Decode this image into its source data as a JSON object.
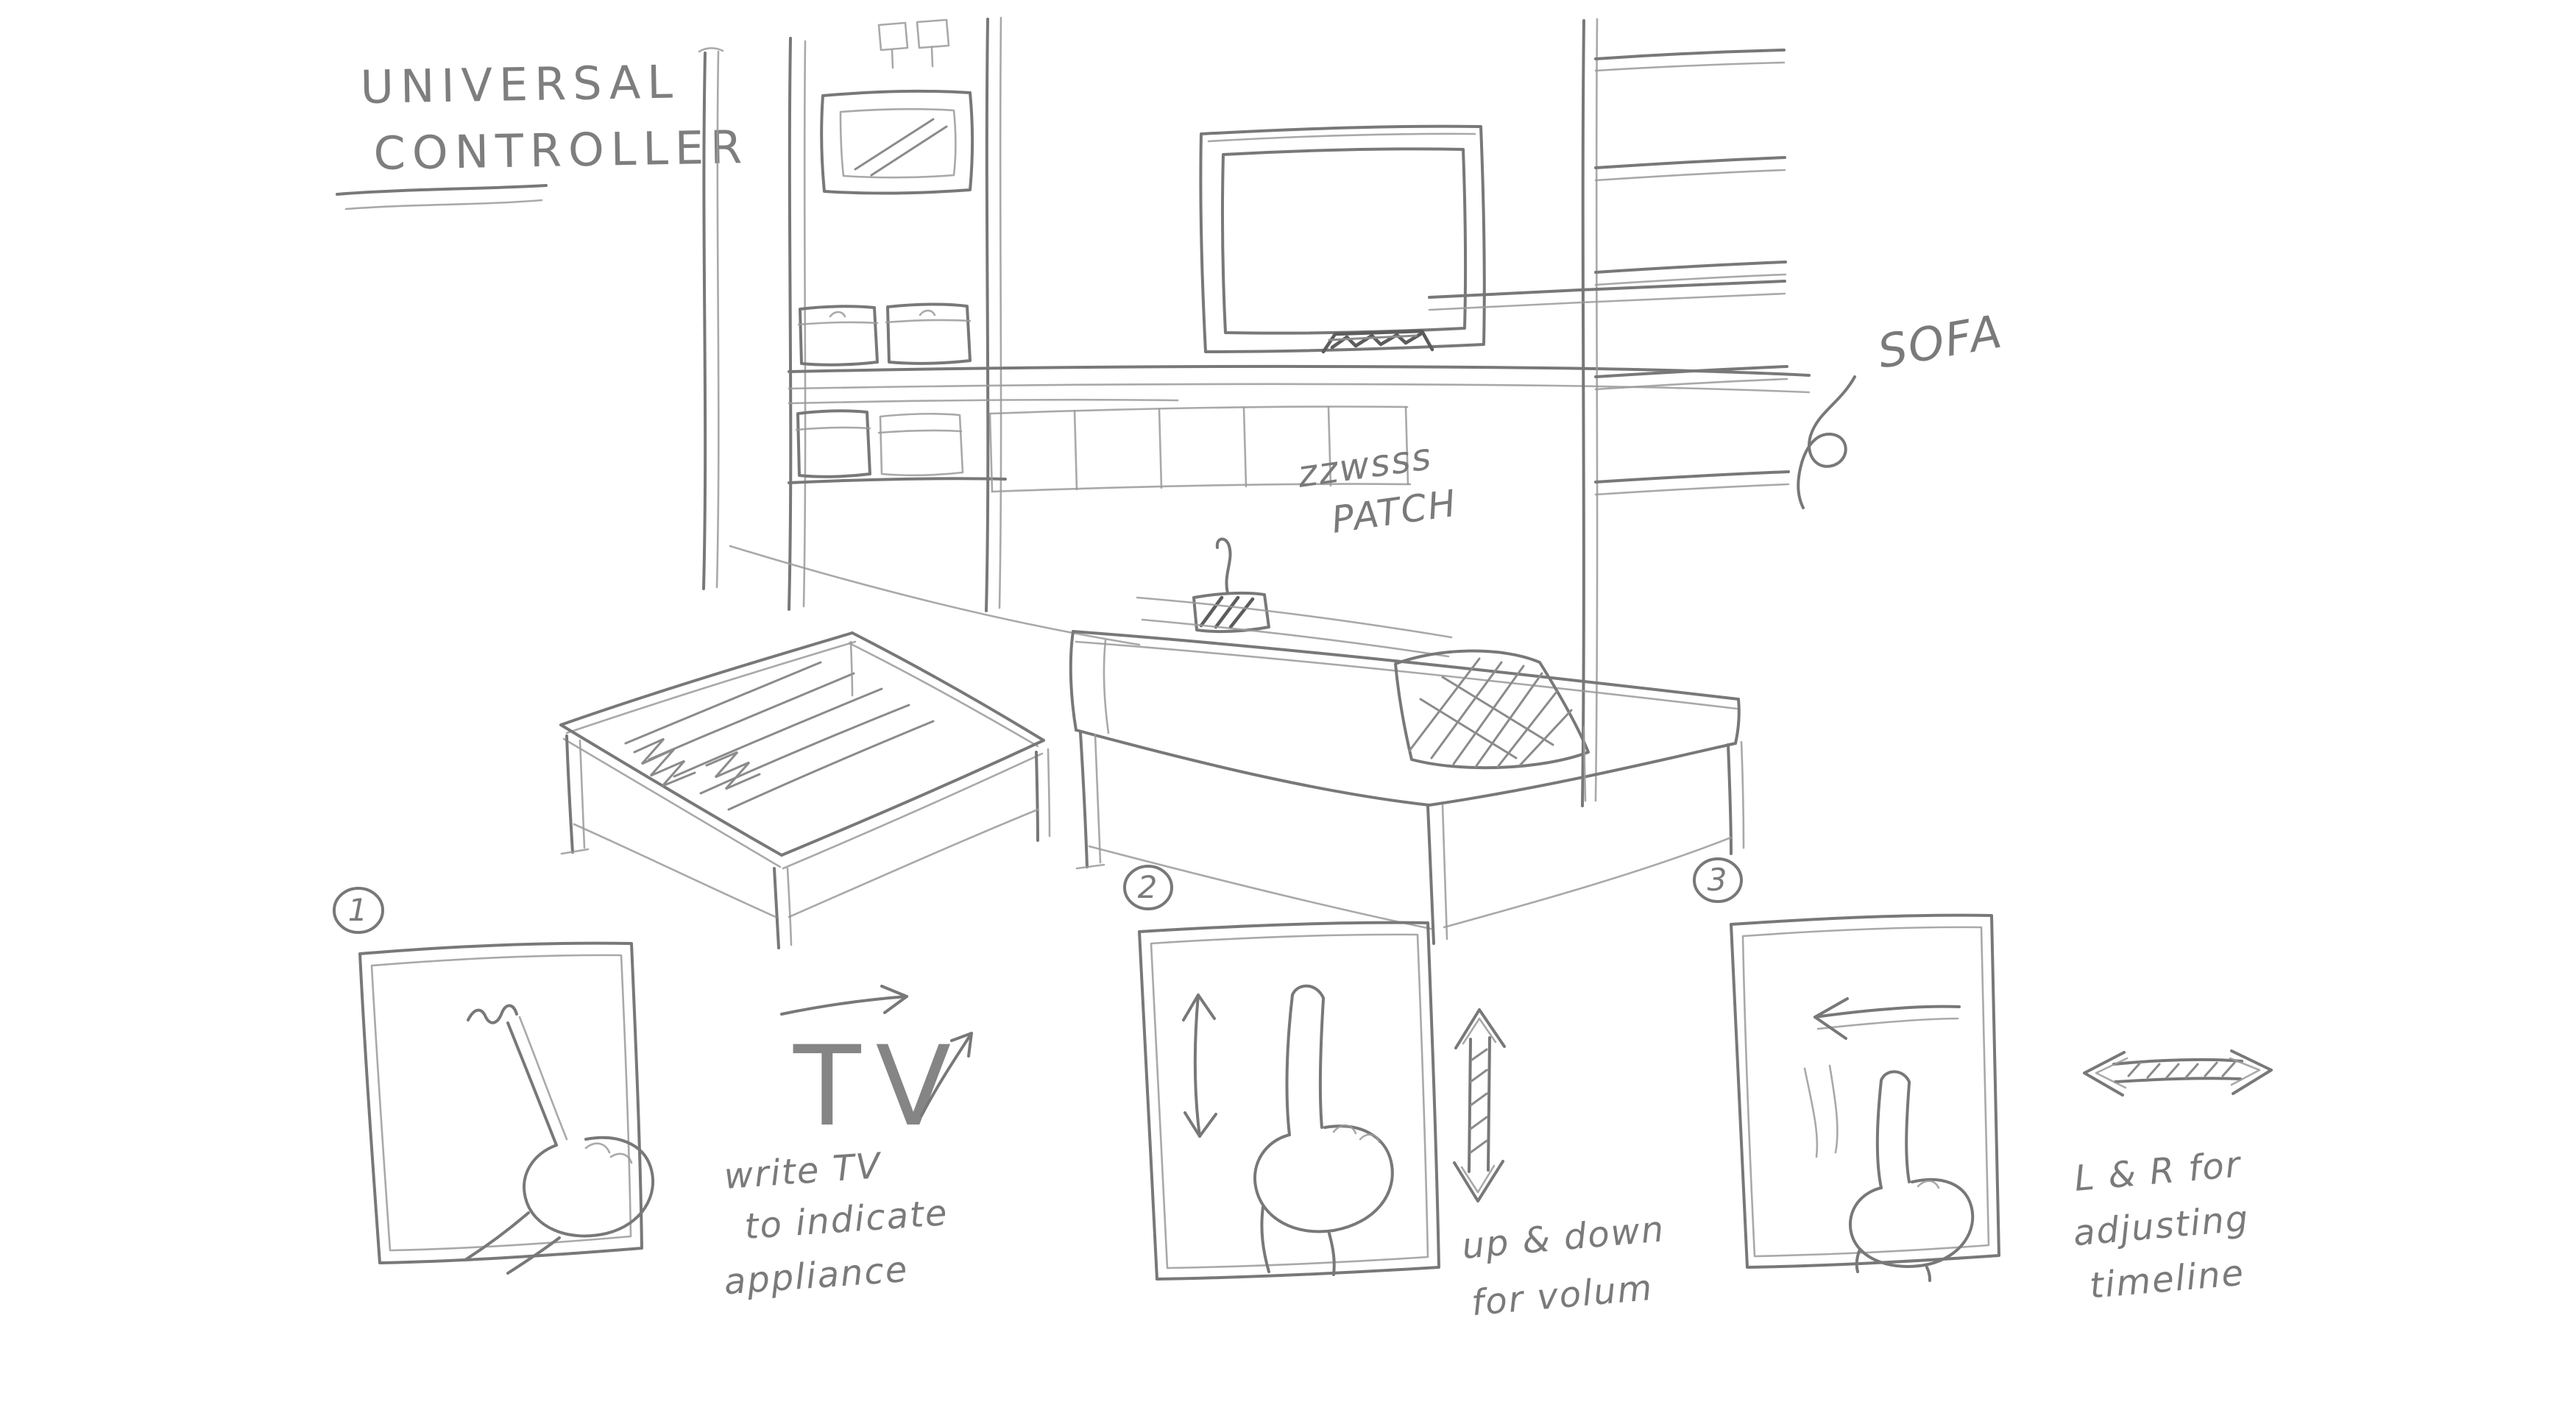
{
  "canvas": {
    "background": "#ffffff",
    "ink_color": "#787878"
  },
  "title": {
    "line1": "UNIVERSAL",
    "line2": "CONTROLLER"
  },
  "scene": {
    "sofa_label": "SOFA",
    "patch_label_line1": "zzwsss",
    "patch_label_line2": "PATCH"
  },
  "panels": [
    {
      "number": "1",
      "annotation": "TV",
      "caption_lines": [
        "write TV",
        "to indicate",
        "appliance"
      ]
    },
    {
      "number": "2",
      "caption_lines": [
        "up & down",
        "for volum"
      ]
    },
    {
      "number": "3",
      "caption_lines": [
        "L & R for",
        "adjusting",
        "timeline"
      ]
    }
  ]
}
